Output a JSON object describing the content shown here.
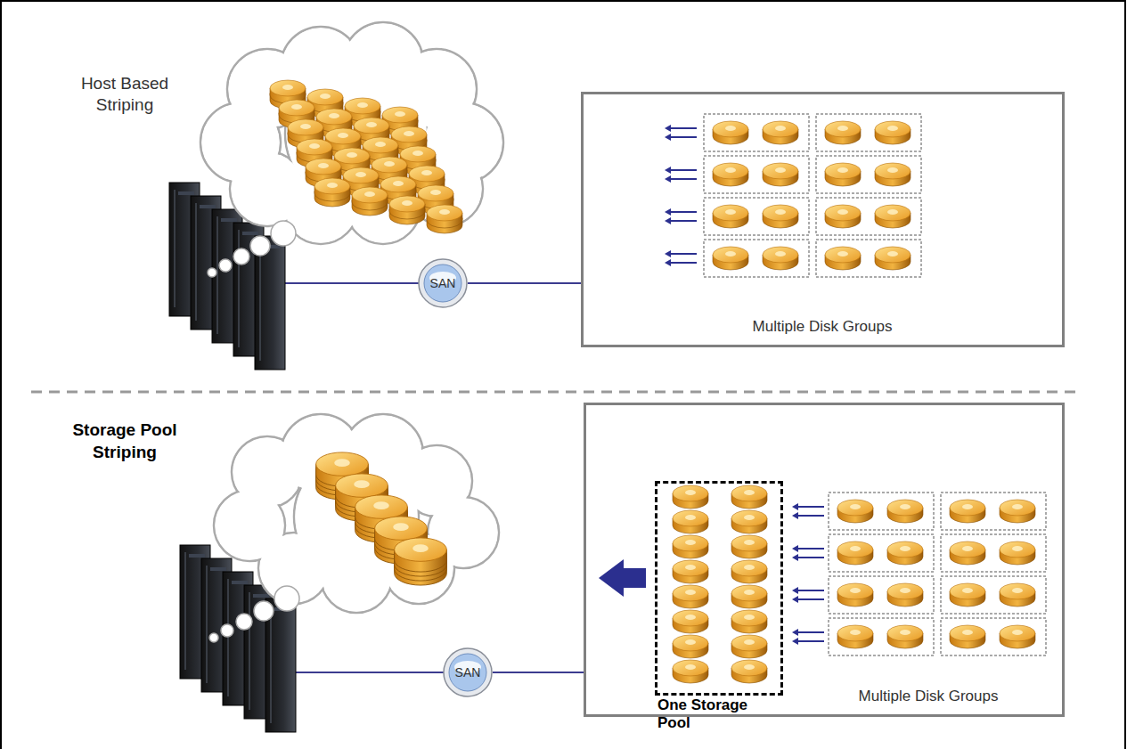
{
  "diagram": {
    "nodes": [
      {
        "text": [
          "SAN"
        ]
      },
      {
        "text": [
          "Multiple Disk Groups"
        ]
      },
      {
        "text": [
          "SAN"
        ]
      },
      {
        "text": [
          "Multiple Disk Groups"
        ]
      },
      {
        "text": [
          "One Storage Pool"
        ],
        "in": 3
      }
    ],
    "edges": [
      {
        "from": 0,
        "to": 1,
        "arrow": "none"
      },
      {
        "from": 2,
        "to": 3,
        "arrow": "none"
      }
    ],
    "labels": [
      "Host Based Striping",
      "Storage Pool Striping"
    ]
  }
}
